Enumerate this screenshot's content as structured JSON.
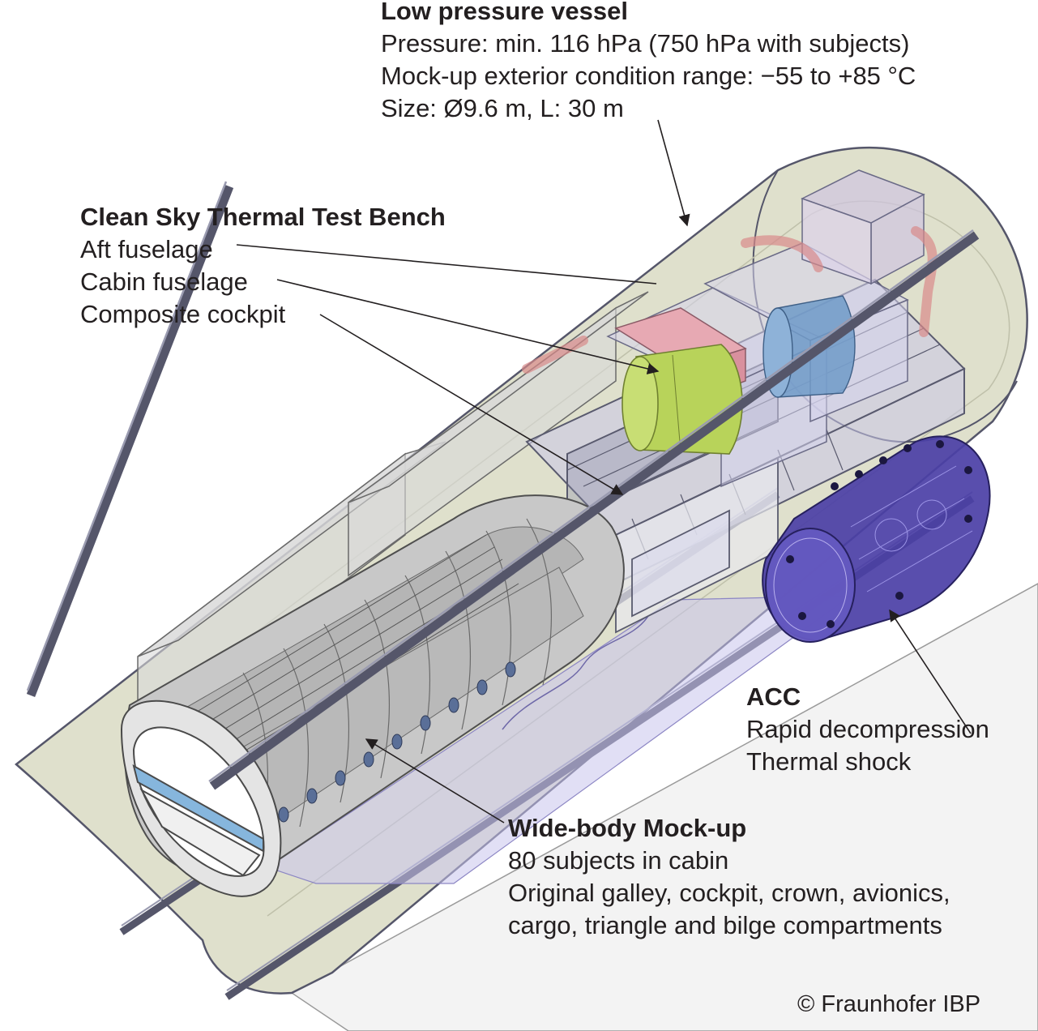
{
  "low_pressure_vessel": {
    "title": "Low pressure vessel",
    "lines": [
      "Pressure: min. 116 hPa (750 hPa with subjects)",
      "Mock-up exterior condition range: −55 to +85 °C",
      "Size: Ø9.6 m, L: 30 m"
    ]
  },
  "clean_sky": {
    "title": "Clean Sky Thermal Test Bench",
    "lines": [
      "Aft fuselage",
      "Cabin fuselage",
      "Composite cockpit"
    ]
  },
  "acc": {
    "title": "ACC",
    "lines": [
      "Rapid decompression",
      "Thermal shock"
    ]
  },
  "wide_body": {
    "title": "Wide-body Mock-up",
    "lines": [
      "80 subjects in cabin",
      "Original galley, cockpit, crown, avionics,",
      "cargo, triangle and bilge compartments"
    ]
  },
  "copyright": "© Fraunhofer IBP",
  "colors": {
    "vessel": "#dfe0cc",
    "floor": "#f3f3f3",
    "aft_fuselage": "#b8d35a",
    "cabin_fuselage": "#e7a9b3",
    "acc_chamber": "#4b3fa6",
    "cabin_floor": "#86b6dd",
    "frame": "#595a6e",
    "rail": "#55566a",
    "duct": "#d98a8a"
  }
}
